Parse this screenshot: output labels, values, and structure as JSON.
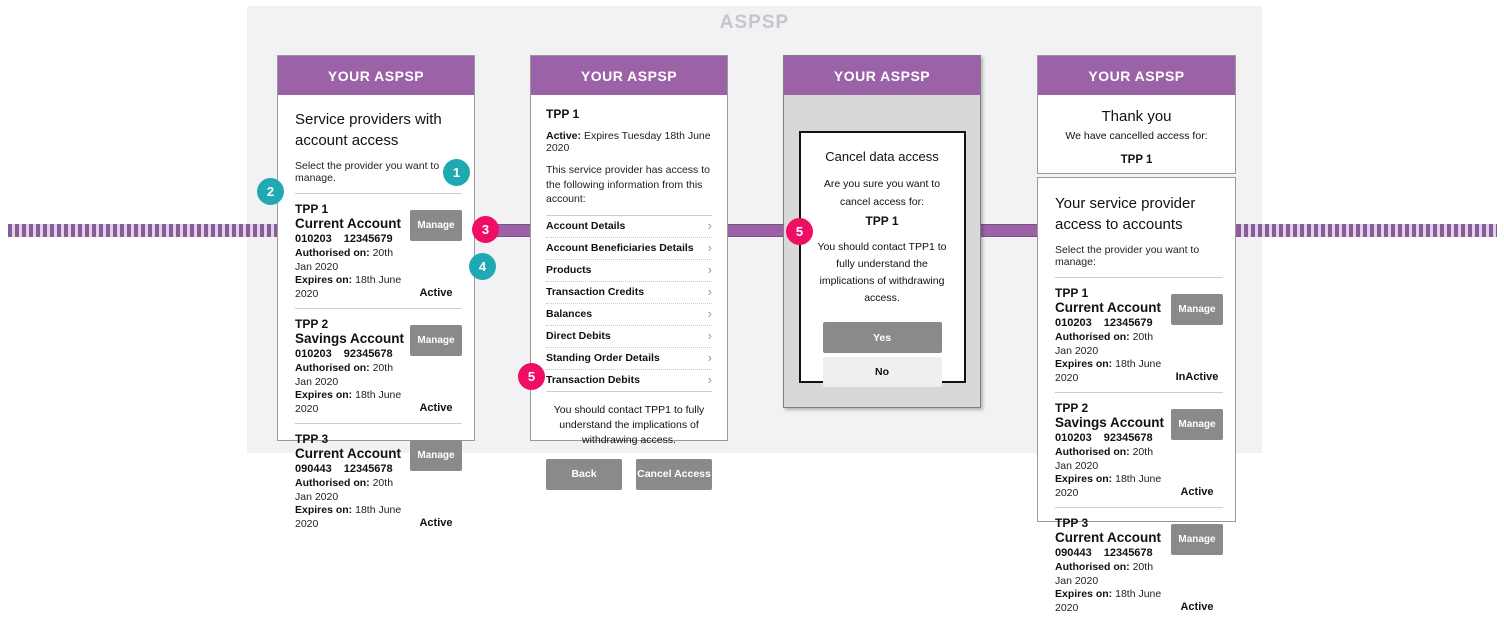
{
  "page": {
    "title": "ASPSP"
  },
  "colors": {
    "accent_purple": "#9c62a7",
    "badge_teal": "#1fa9b3",
    "badge_pink": "#ee0e63",
    "button_gray": "#8a8a8a",
    "panel_gray": "#f2f1f4"
  },
  "icons": {
    "chevron_right": "›"
  },
  "badges": {
    "b1": "1",
    "b2": "2",
    "b3": "3",
    "b4": "4",
    "b5": "5"
  },
  "screens": {
    "providers": {
      "header": "YOUR ASPSP",
      "title": "Service providers with account access",
      "subtitle": "Select the provider you want to manage.",
      "manage_label": "Manage",
      "labels": {
        "authorised": "Authorised on:",
        "expires": "Expires on:"
      },
      "tpps": [
        {
          "name": "TPP 1",
          "account": "Current Account",
          "sort_code": "010203",
          "account_number": "12345679",
          "authorised": "20th Jan 2020",
          "expires": "18th June 2020",
          "status": "Active"
        },
        {
          "name": "TPP 2",
          "account": "Savings Account",
          "sort_code": "010203",
          "account_number": "92345678",
          "authorised": "20th Jan 2020",
          "expires": "18th June 2020",
          "status": "Active"
        },
        {
          "name": "TPP 3",
          "account": "Current Account",
          "sort_code": "090443",
          "account_number": "12345678",
          "authorised": "20th Jan 2020",
          "expires": "18th June 2020",
          "status": "Active"
        }
      ]
    },
    "detail": {
      "header": "YOUR ASPSP",
      "tpp_name": "TPP 1",
      "status_label": "Active:",
      "status_text": "Expires Tuesday 18th June 2020",
      "intro": "This service provider has access to the following information from this account:",
      "permissions": [
        "Account Details",
        "Account Beneficiaries Details",
        "Products",
        "Transaction Credits",
        "Balances",
        "Direct Debits",
        "Standing Order Details",
        "Transaction Debits"
      ],
      "warning": "You should contact TPP1 to fully understand the implications of withdrawing access.",
      "back_label": "Back",
      "cancel_label": "Cancel Access"
    },
    "confirm": {
      "header": "YOUR ASPSP",
      "modal_title": "Cancel data access",
      "question": "Are you sure you want to cancel access for:",
      "tpp_name": "TPP 1",
      "warning": "You should contact TPP1 to fully understand the implications of withdrawing access.",
      "yes_label": "Yes",
      "no_label": "No"
    },
    "result": {
      "header": "YOUR ASPSP",
      "thanks_title": "Thank you",
      "thanks_text": "We have cancelled access for:",
      "tpp_name": "TPP 1",
      "section_title": "Your service provider access to accounts",
      "subtitle": "Select the provider you want to manage:",
      "manage_label": "Manage",
      "labels": {
        "authorised": "Authorised on:",
        "expires": "Expires on:"
      },
      "tpps": [
        {
          "name": "TPP 1",
          "account": "Current Account",
          "sort_code": "010203",
          "account_number": "12345679",
          "authorised": "20th Jan 2020",
          "expires": "18th June 2020",
          "status": "InActive"
        },
        {
          "name": "TPP 2",
          "account": "Savings Account",
          "sort_code": "010203",
          "account_number": "92345678",
          "authorised": "20th Jan 2020",
          "expires": "18th June 2020",
          "status": "Active"
        },
        {
          "name": "TPP 3",
          "account": "Current Account",
          "sort_code": "090443",
          "account_number": "12345678",
          "authorised": "20th Jan 2020",
          "expires": "18th June 2020",
          "status": "Active"
        }
      ]
    }
  }
}
